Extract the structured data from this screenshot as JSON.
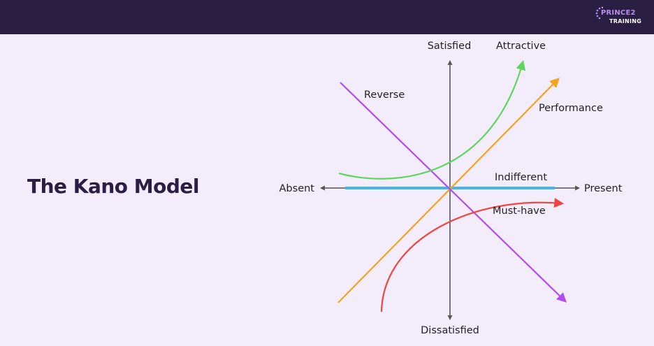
{
  "header": {
    "logo_line1": "PRINCE2",
    "logo_line2": "TRAINING"
  },
  "title": "The Kano Model",
  "axes": {
    "top": "Satisfied",
    "bottom": "Dissatisfied",
    "left": "Absent",
    "right": "Present"
  },
  "curves": {
    "attractive": {
      "label": "Attractive",
      "color": "#5ed65e"
    },
    "performance": {
      "label": "Performance",
      "color": "#f7a21b"
    },
    "reverse": {
      "label": "Reverse",
      "color": "#b04cf0"
    },
    "indifferent": {
      "label": "Indifferent",
      "color": "#45b6e8"
    },
    "must_have": {
      "label": "Must-have",
      "color": "#f2443f"
    }
  },
  "colors": {
    "header_bg": "#2a1e42",
    "background": "#f3edfb",
    "axis": "#555555",
    "title": "#2a1e42"
  }
}
